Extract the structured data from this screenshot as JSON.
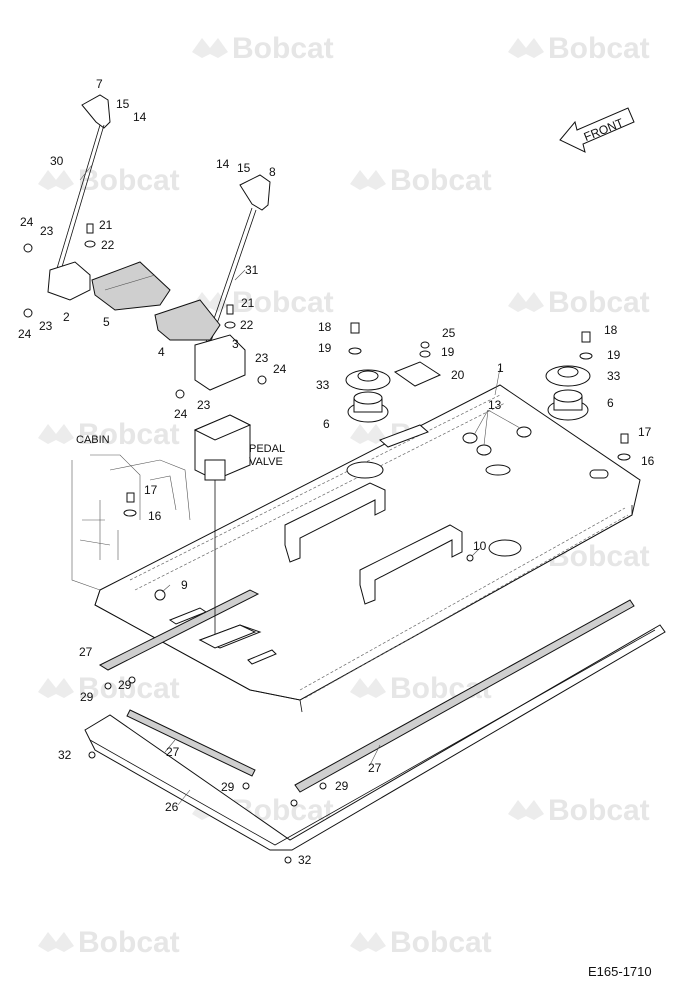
{
  "watermark": {
    "text": "Bobcat"
  },
  "front_label": "FRONT",
  "cabin_label": "CABIN",
  "pedal_valve_label": [
    "PEDAL",
    "VALVE"
  ],
  "drawing_code": "E165-1710",
  "callouts": [
    "7",
    "15",
    "14",
    "30",
    "14",
    "15",
    "8",
    "24",
    "23",
    "21",
    "22",
    "31",
    "2",
    "5",
    "24",
    "23",
    "21",
    "22",
    "4",
    "3",
    "23",
    "24",
    "24",
    "23",
    "18",
    "19",
    "33",
    "6",
    "25",
    "19",
    "20",
    "1",
    "13",
    "18",
    "19",
    "33",
    "6",
    "17",
    "16",
    "17",
    "16",
    "10",
    "9",
    "27",
    "29",
    "29",
    "32",
    "27",
    "27",
    "29",
    "29",
    "26",
    "32"
  ]
}
